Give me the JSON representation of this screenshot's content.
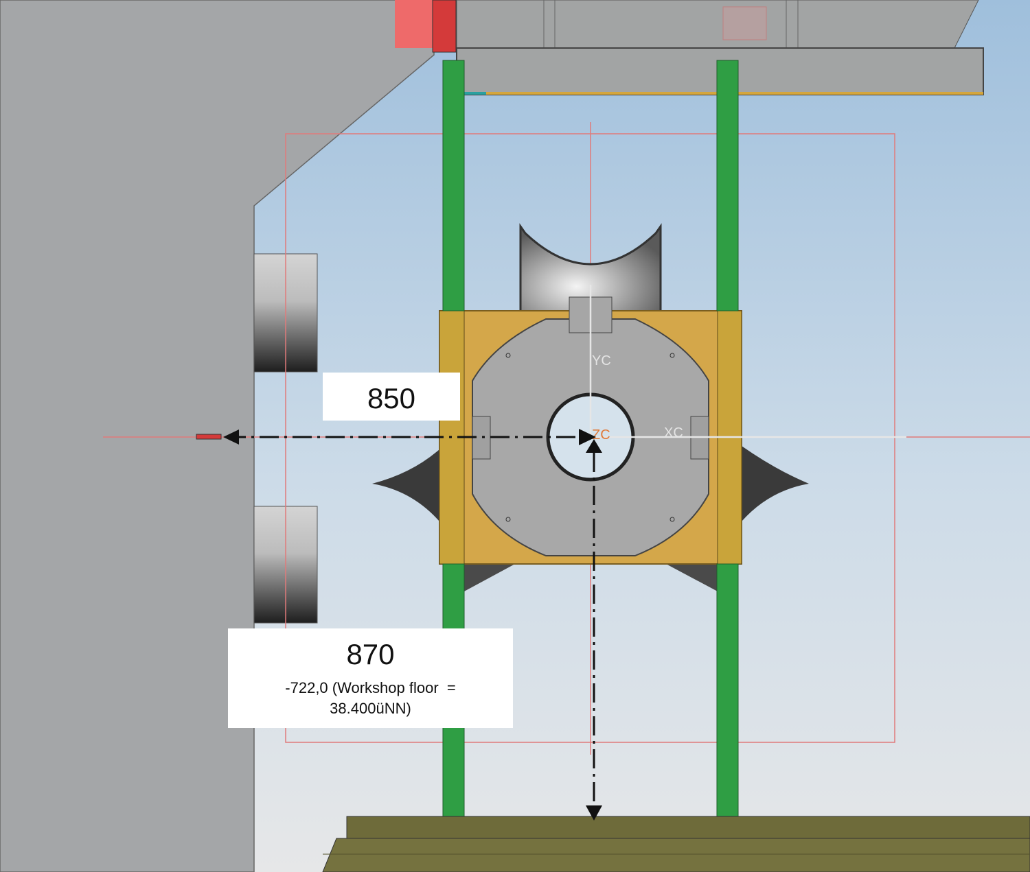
{
  "dimensions": {
    "horizontal": {
      "value": "850"
    },
    "vertical": {
      "value": "870",
      "note_line1": "-722,0 (Workshop floor  =",
      "note_line2": "38.400üNN)"
    }
  },
  "axes": {
    "y": "YC",
    "z": "ZC",
    "x": "XC"
  },
  "colors": {
    "post": "#2f9e44",
    "frame": "#d4a63c",
    "part": "#a6a6a6",
    "floor": "#6e6b3a",
    "guide": "#e07070"
  }
}
